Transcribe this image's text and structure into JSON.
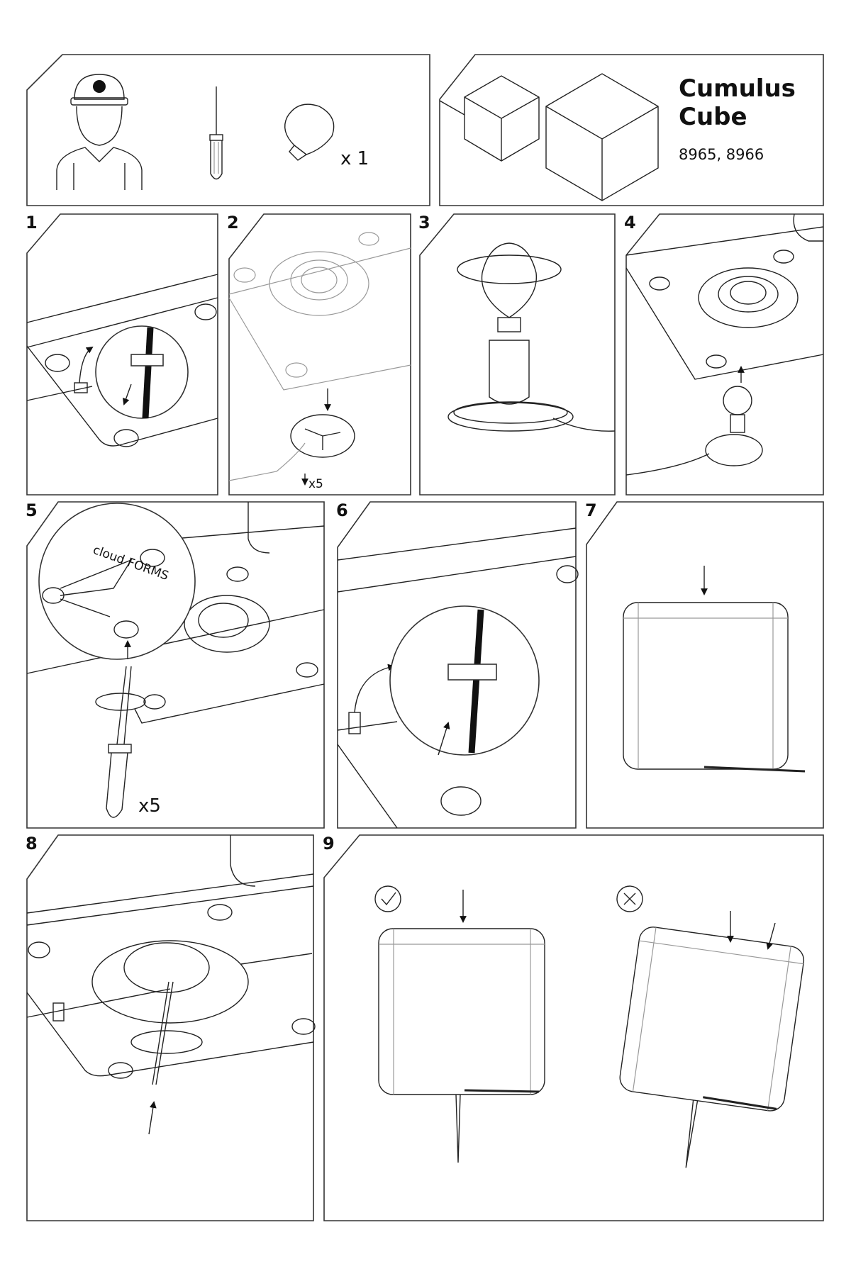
{
  "header": {
    "title_line1": "Cumulus",
    "title_line2": "Cube",
    "model_numbers": "8965, 8966",
    "bulb_quantity": "x 1",
    "icons": [
      "electrician-icon",
      "screwdriver-icon",
      "light-bulb-icon"
    ]
  },
  "steps": [
    {
      "number": "1"
    },
    {
      "number": "2",
      "quantity": "x5"
    },
    {
      "number": "3"
    },
    {
      "number": "4"
    },
    {
      "number": "5",
      "quantity": "x5"
    },
    {
      "number": "6"
    },
    {
      "number": "7"
    },
    {
      "number": "8"
    },
    {
      "number": "9",
      "correct_icon": "check-circle-icon",
      "wrong_icon": "cross-circle-icon"
    }
  ],
  "logo_text": "cloud FORMS"
}
